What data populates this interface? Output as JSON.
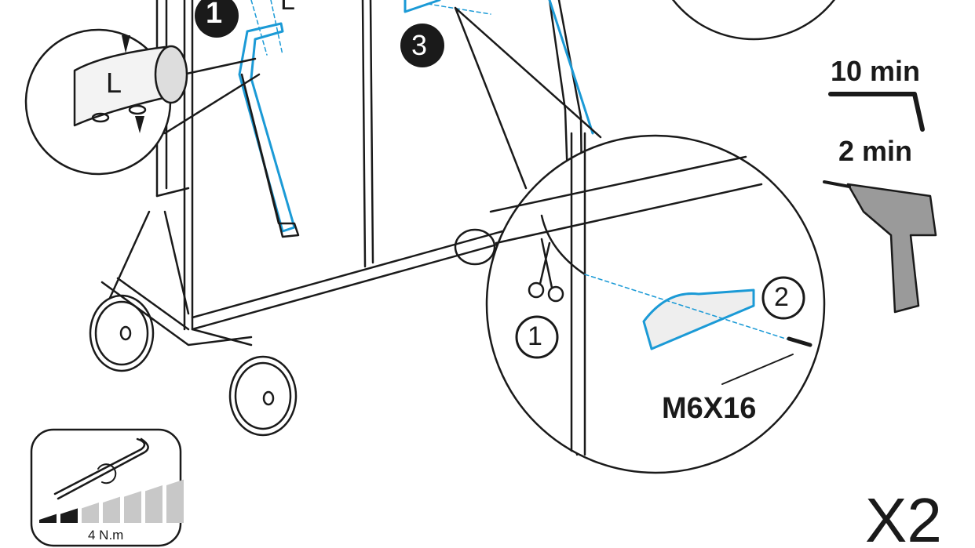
{
  "steps": {
    "step1": "1",
    "step3": "3"
  },
  "part_marks": {
    "tube_letter": "L",
    "zoom_tube_letter": "L"
  },
  "tools": {
    "allen_key_time": "10 min",
    "drill_time": "2 min"
  },
  "detail": {
    "substep1": "1",
    "substep2": "2",
    "screw_spec": "M6X16"
  },
  "torque": {
    "label": "4 N.m",
    "level_filled": 2,
    "level_total": 7
  },
  "quantity": "X2",
  "colors": {
    "highlight": "#1b9ad6",
    "line": "#1a1a1a",
    "gray": "#c8c8c8"
  }
}
